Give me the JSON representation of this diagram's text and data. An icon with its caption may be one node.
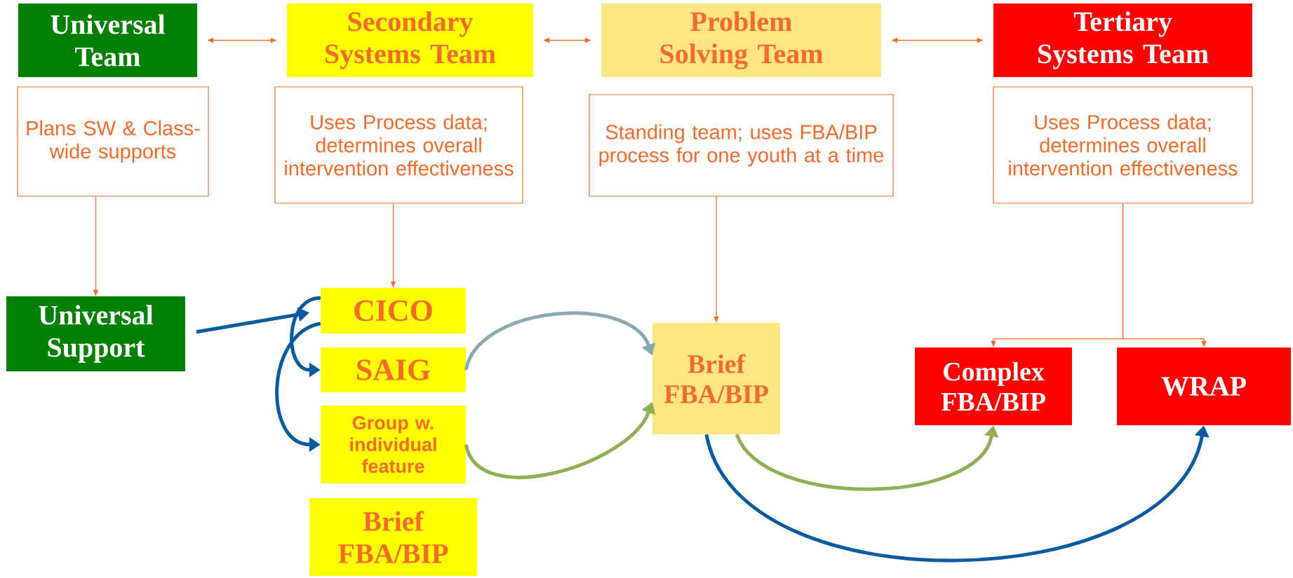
{
  "diagram": {
    "nodes": [
      {
        "text": [
          "Universal Team"
        ]
      },
      {
        "text": [
          "Secondary Systems Team"
        ]
      },
      {
        "text": [
          "Problem Solving Team"
        ]
      },
      {
        "text": [
          "Tertiary Systems Team"
        ]
      },
      {
        "text": [
          "Plans SW & Class-wide supports"
        ]
      },
      {
        "text": [
          "Uses Process data; determines overall intervention effectiveness"
        ]
      },
      {
        "text": [
          "Standing team; uses FBA/BIP process for one youth at a time"
        ]
      },
      {
        "text": [
          "Uses Process data; determines overall intervention effectiveness"
        ]
      },
      {
        "text": [
          "Universal Support"
        ]
      },
      {
        "text": [
          "CICO"
        ]
      },
      {
        "text": [
          "SAIG"
        ]
      },
      {
        "text": [
          "Group w. individual feature"
        ]
      },
      {
        "text": [
          "Brief FBA/BIP"
        ]
      },
      {
        "text": [
          "Brief FBA/BIP"
        ]
      },
      {
        "text": [
          "Complex FBA/BIP"
        ]
      },
      {
        "text": [
          "WRAP"
        ]
      }
    ],
    "edges": [
      {
        "from": 0,
        "to": 1,
        "arrow": "both"
      },
      {
        "from": 1,
        "to": 2,
        "arrow": "both"
      },
      {
        "from": 2,
        "to": 3,
        "arrow": "both"
      },
      {
        "from": 4,
        "to": 8,
        "arrow": "to"
      },
      {
        "from": 5,
        "to": 9,
        "arrow": "to"
      },
      {
        "from": 6,
        "to": 13,
        "arrow": "to"
      },
      {
        "from": 7,
        "to": 14,
        "arrow": "to"
      },
      {
        "from": 7,
        "to": 15,
        "arrow": "to"
      },
      {
        "from": 8,
        "to": 9,
        "arrow": "to",
        "style": "thick",
        "color": "#0a5aa0"
      },
      {
        "from": 9,
        "to": 10,
        "arrow": "to",
        "style": "thick",
        "color": "#0a5aa0"
      },
      {
        "from": 9,
        "to": 11,
        "arrow": "to",
        "style": "thick",
        "color": "#0a5aa0"
      },
      {
        "from": 10,
        "to": 13,
        "arrow": "to",
        "style": "thick",
        "color": "#8aa8b0"
      },
      {
        "from": 11,
        "to": 13,
        "arrow": "to",
        "style": "thick",
        "color": "#8faf55"
      },
      {
        "from": 13,
        "to": 14,
        "arrow": "to",
        "style": "thick",
        "color": "#8faf55"
      },
      {
        "from": 13,
        "to": 15,
        "arrow": "to",
        "style": "thick",
        "color": "#0a5aa0"
      }
    ]
  }
}
